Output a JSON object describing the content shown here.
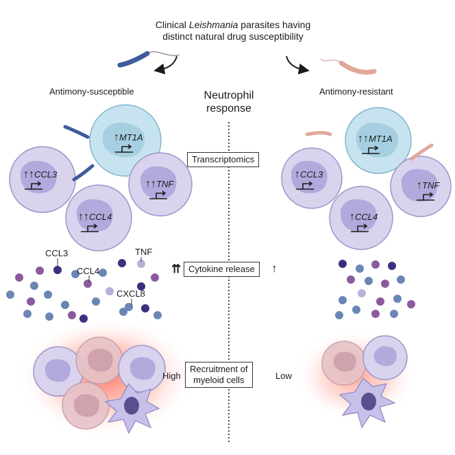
{
  "header": {
    "line1_pre": "Clinical ",
    "line1_italic": "Leishmania",
    "line1_post": " parasites having",
    "line2": "distinct natural drug susceptibility"
  },
  "groups": {
    "left": "Antimony-susceptible",
    "right": "Antimony-resistant"
  },
  "center_title": {
    "line1": "Neutrophil",
    "line2": "response"
  },
  "panels": {
    "transcriptomics": "Transcriptomics",
    "cytokine": "Cytokine release",
    "recruitment_line1": "Recruitment of",
    "recruitment_line2": "myeloid cells",
    "high": "High",
    "low": "Low",
    "cytokine_left_arrows": "⇈",
    "cytokine_right_arrows": "↑"
  },
  "genes_left": [
    {
      "name": "MT1A",
      "arrows": "↑"
    },
    {
      "name": "CCL3",
      "arrows": "↑↑"
    },
    {
      "name": "TNF",
      "arrows": "↑↑"
    },
    {
      "name": "CCL4",
      "arrows": "↑↑"
    }
  ],
  "genes_right": [
    {
      "name": "MT1A",
      "arrows": "↑↑"
    },
    {
      "name": "CCL3",
      "arrows": "↑"
    },
    {
      "name": "TNF",
      "arrows": "↑"
    },
    {
      "name": "CCL4",
      "arrows": "↑"
    }
  ],
  "cytokine_labels": [
    "CCL3",
    "CCL4",
    "TNF",
    "CXCL8"
  ],
  "colors": {
    "neutrophil_fill": "#d9d3ee",
    "neutrophil_stroke": "#9d94c9",
    "nucleus_fill": "#b3a9dc",
    "mt1a_fill": "#c7e3ef",
    "mt1a_stroke": "#7fb6cf",
    "parasite_susceptible": "#3f5b9a",
    "parasite_resistant": "#e0a89a",
    "glow": "#ff6a55",
    "cytokine_dark": "#3d2e7f",
    "cytokine_purple": "#8b5a9e",
    "cytokine_blue": "#6a86b4",
    "cytokine_lavender": "#b9b0da"
  }
}
